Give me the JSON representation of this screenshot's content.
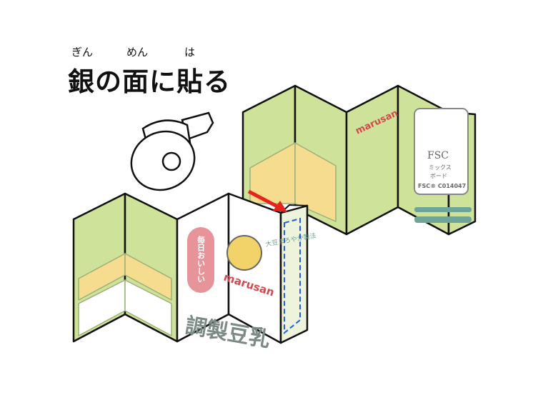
{
  "heading": {
    "title": "銀の面に貼る",
    "ruby": [
      "ぎん",
      "めん",
      "は"
    ]
  },
  "package_back": {
    "logo_text": "marusan",
    "fsc": {
      "mark": "FSC",
      "line1": "ミックス",
      "line2": "ボード",
      "code": "FSC® C014047"
    }
  },
  "package_front": {
    "speech_bubble": "毎日おいしい",
    "logo_text": "marusan",
    "product_name": "調製豆乳",
    "stamp": "大豆まろやか製法"
  },
  "colors": {
    "panel_green": "#cfe29a",
    "panel_yellow": "#f6dc8f",
    "arrow_red": "#e8231c",
    "dash_blue": "#1f5fe0",
    "bubble_pink": "#e6949a"
  }
}
